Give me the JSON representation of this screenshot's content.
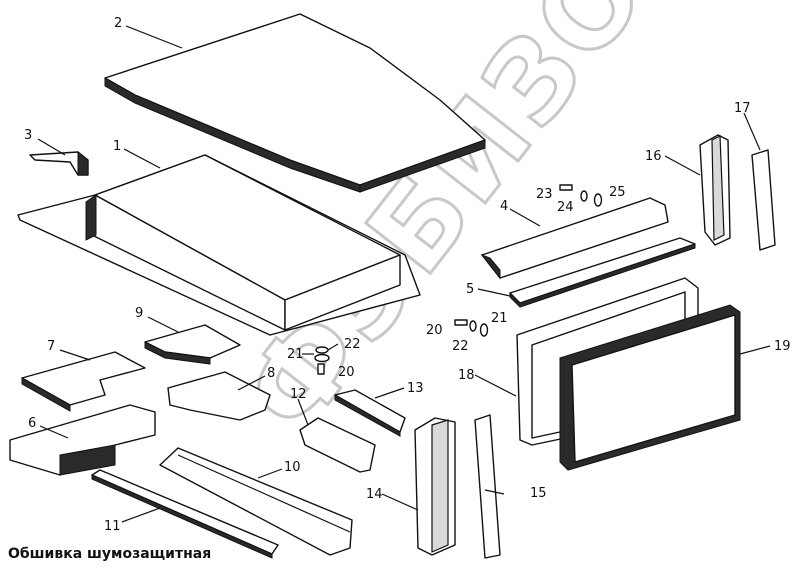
{
  "caption": "Обшивка шумозащитная",
  "watermark": "ФЭБИЗОН",
  "corner_code": "",
  "callouts": {
    "c1": "1",
    "c2": "2",
    "c3": "3",
    "c4": "4",
    "c5": "5",
    "c6": "6",
    "c7": "7",
    "c8": "8",
    "c9": "9",
    "c10": "10",
    "c11": "11",
    "c12": "12",
    "c13": "13",
    "c14": "14",
    "c15": "15",
    "c16": "16",
    "c17": "17",
    "c18": "18",
    "c19": "19",
    "c20a": "20",
    "c20b": "20",
    "c21a": "21",
    "c21b": "21",
    "c22a": "22",
    "c22b": "22",
    "c23": "23",
    "c24": "24",
    "c25": "25"
  },
  "colors": {
    "line": "#111111",
    "foam": "#2a2a2a",
    "watermark": "#c8c8c8"
  }
}
